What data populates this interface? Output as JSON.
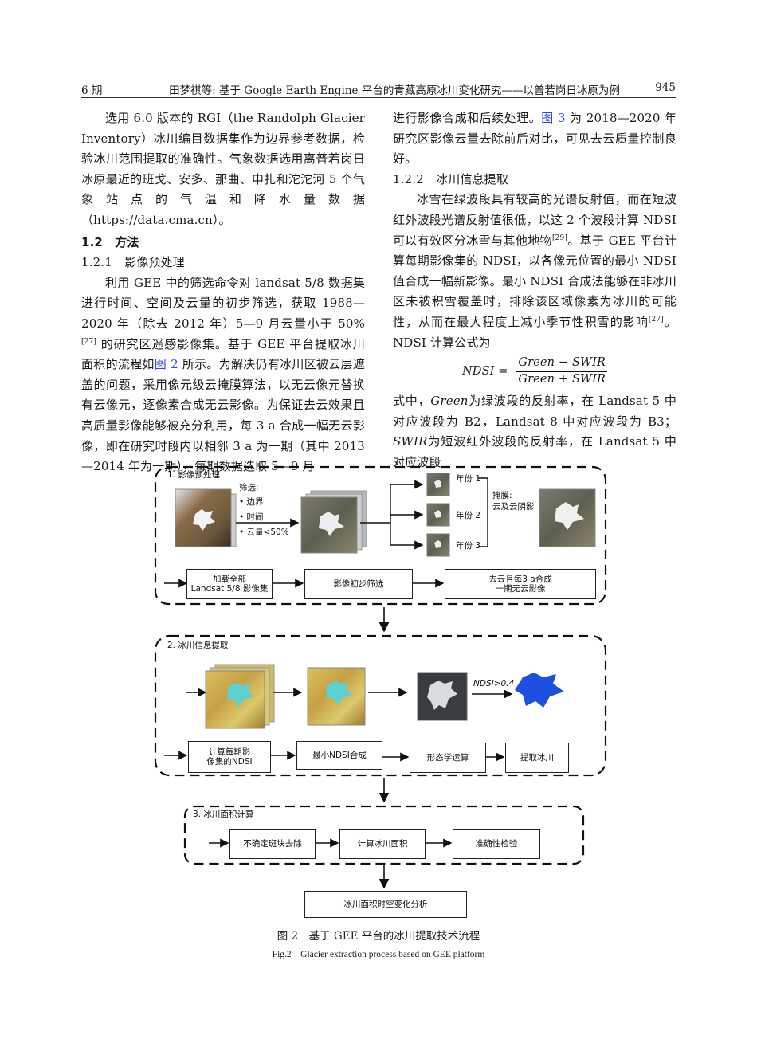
{
  "header": {
    "issue": "6 期",
    "running_title": "田梦祺等: 基于 Google Earth Engine 平台的青藏高原冰川变化研究——以普若岗日冰原为例",
    "page_number": "945"
  },
  "left_column": {
    "p1": "选用 6.0 版本的 RGI（the Randolph Glacier Inventory）冰川编目数据集作为边界参考数据，检验冰川范围提取的准确性。气象数据选用离普若岗日冰原最近的班戈、安多、那曲、申扎和沱沱河 5 个气象站点的气温和降水量数据（https://data.cma.cn）。",
    "h_1_2": "1.2　方法",
    "h_1_2_1": "1.2.1　影像预处理",
    "p2_a": "利用 GEE 中的筛选命令对 landsat 5/8 数据集进行时间、空间及云量的初步筛选，获取 1988—2020 年（除去 2012 年）5—9 月云量小于 50%",
    "p2_ref": "[27]",
    "p2_b": " 的研究区遥感影像集。基于 GEE 平台提取冰川面积的流程如",
    "p2_link": "图 2",
    "p2_c": " 所示。为解决仍有冰川区被云层遮盖的问题，采用像元级云掩膜算法，以无云像元替换有云像元，逐像素合成无云影像。为保证去云效果且高质量影像能够被充分利用，每 3 a 合成一幅无云影像，即在研究时段内以相邻 3 a 为一期（其中 2013—2014 年为一期），每期数据选取 5—9 月"
  },
  "right_column": {
    "p1_a": "进行影像合成和后续处理。",
    "p1_link": "图 3",
    "p1_b": " 为 2018—2020 年研究区影像云量去除前后对比，可见去云质量控制良好。",
    "h_1_2_2": "1.2.2　冰川信息提取",
    "p2_a": "冰雪在绿波段具有较高的光谱反射值，而在短波红外波段光谱反射值很低，以这 2 个波段计算 NDSI 可以有效区分冰雪与其他地物",
    "p2_ref1": "[29]",
    "p2_b": "。基于 GEE 平台计算每期影像集的 NDSI，以各像元位置的最小 NDSI 值合成一幅新影像。最小 NDSI 合成法能够在非冰川区未被积雪覆盖时，排除该区域像素为冰川的可能性，从而在最大程度上减小季节性积雪的影响",
    "p2_ref2": "[27]",
    "p2_c": "。NDSI 计算公式为",
    "formula_lhs": "NDSI =",
    "formula_num": "Green − SWIR",
    "formula_den": "Green + SWIR",
    "p3_a": "式中，",
    "p3_green": "Green",
    "p3_b": "为绿波段的反射率，在 Landsat 5 中对应波段为 B2，Landsat 8 中对应波段为 B3；",
    "p3_swir": "SWIR",
    "p3_c": "为短波红外波段的反射率，在 Landsat 5 中对应波段"
  },
  "figure": {
    "section1": {
      "title": "1. 影像预处理",
      "filter_title": "筛选:",
      "filter_items": [
        "边界",
        "时间",
        "云量<50%"
      ],
      "years": [
        "年份 1",
        "年份 2",
        "年份 3"
      ],
      "mask_title": "掩膜:",
      "mask_text": "云及云阴影",
      "box1": "加载全部\nLandsat 5/8 影像集",
      "box2": "影像初步筛选",
      "box3": "去云且每3 a合成\n一期无云影像"
    },
    "section2": {
      "title": "2. 冰川信息提取",
      "ndsi_label": "NDSI>0.4",
      "box1": "计算每期影\n像集的NDSI",
      "box2": "最小NDSI合成",
      "box3": "形态学运算",
      "box4": "提取冰川"
    },
    "section3": {
      "title": "3. 冰川面积计算",
      "box1": "不确定斑块去除",
      "box2": "计算冰川面积",
      "box3": "准确性检验"
    },
    "final_box": "冰川面积时空变化分析"
  },
  "caption": {
    "zh": "图 2　基于 GEE 平台的冰川提取技术流程",
    "en": "Fig.2　Glacier extraction process based on GEE platform"
  },
  "colors": {
    "link": "#2a4fd6",
    "glacier_blue": "#1f4fe0",
    "glacier_cyan": "#5fd0d0"
  }
}
